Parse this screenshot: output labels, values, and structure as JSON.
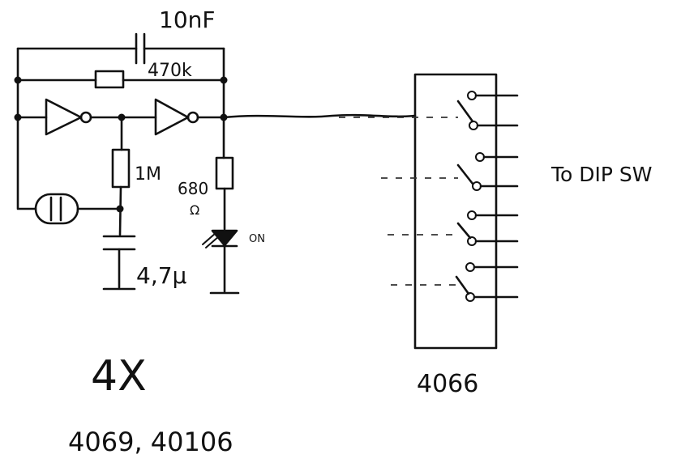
{
  "labels": {
    "capacitor_feedback": "10nF",
    "resistor_feedback": "470k",
    "resistor_bias": "1M",
    "resistor_led_value": "680",
    "resistor_led_unit": "Ω",
    "capacitor_timing": "4,7μ",
    "led_label": "ON",
    "switch_chip": "4066",
    "destination": "To DIP SW",
    "multiplier": "4X",
    "inverter_chips": "4069, 40106"
  }
}
